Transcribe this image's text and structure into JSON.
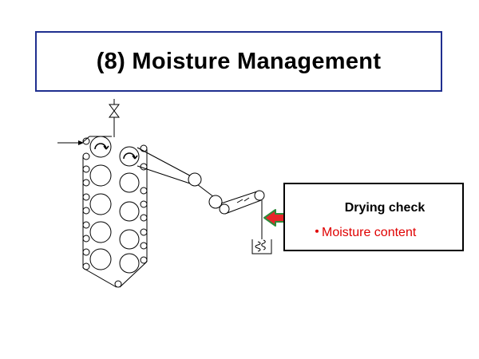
{
  "slide": {
    "title": "(8) Moisture Management"
  },
  "callout": {
    "heading": "Drying check",
    "bullet": "・",
    "item": "Moisture content"
  },
  "colors": {
    "title_border": "#1f2f8f",
    "item_text": "#e00000",
    "arrow_fill": "#e8262a",
    "arrow_outline": "#2e8b3a"
  },
  "icons": {
    "inlet_arrow": "arrow-right-icon",
    "valve": "valve-icon",
    "rotation": "rotation-arrow-icon",
    "indicator_arrow": "arrow-left-icon",
    "sample_container": "beaker-icon"
  }
}
